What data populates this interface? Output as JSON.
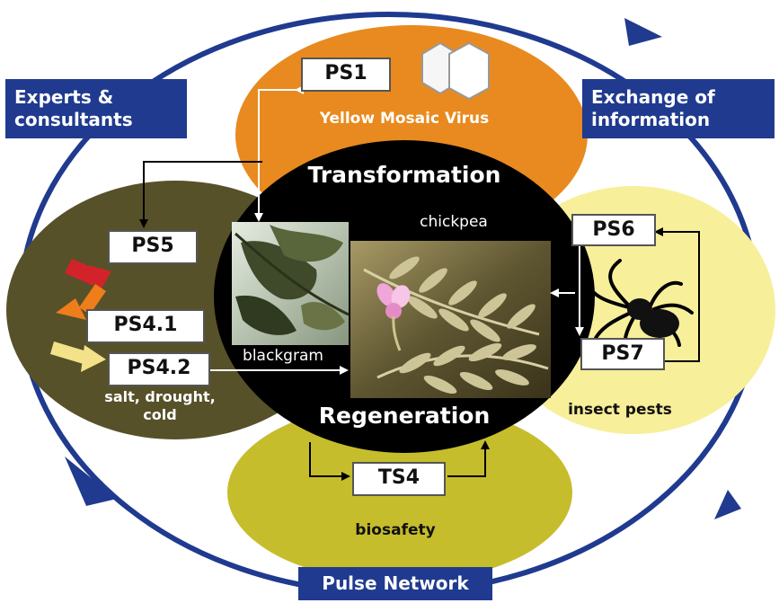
{
  "network": {
    "title": "Pulse Network",
    "experts_line1": "Experts &",
    "experts_line2": "consultants",
    "exchange_line1": "Exchange of",
    "exchange_line2": "information"
  },
  "center": {
    "transformation": "Transformation",
    "regeneration": "Regeneration",
    "chickpea": "chickpea",
    "blackgram": "blackgram"
  },
  "top": {
    "box": "PS1",
    "caption": "Yellow Mosaic Virus"
  },
  "left": {
    "ps5": "PS5",
    "ps41": "PS4.1",
    "ps42": "PS4.2",
    "caption_line1": "salt, drought,",
    "caption_line2": "cold"
  },
  "right": {
    "ps6": "PS6",
    "ps7": "PS7",
    "caption": "insect pests"
  },
  "bottom": {
    "box": "TS4",
    "caption": "biosafety"
  },
  "colors": {
    "blue": "#1f3a8f",
    "orange": "#e88a1f",
    "olive": "#565129",
    "pale_yellow": "#f7ef9a",
    "yellow_green": "#c6bd2c",
    "black": "#000000"
  },
  "icons": {
    "hexagons": "virus-hexagon-icon",
    "spider": "insect-spider-icon",
    "arrows": "stress-arrow-icons"
  }
}
